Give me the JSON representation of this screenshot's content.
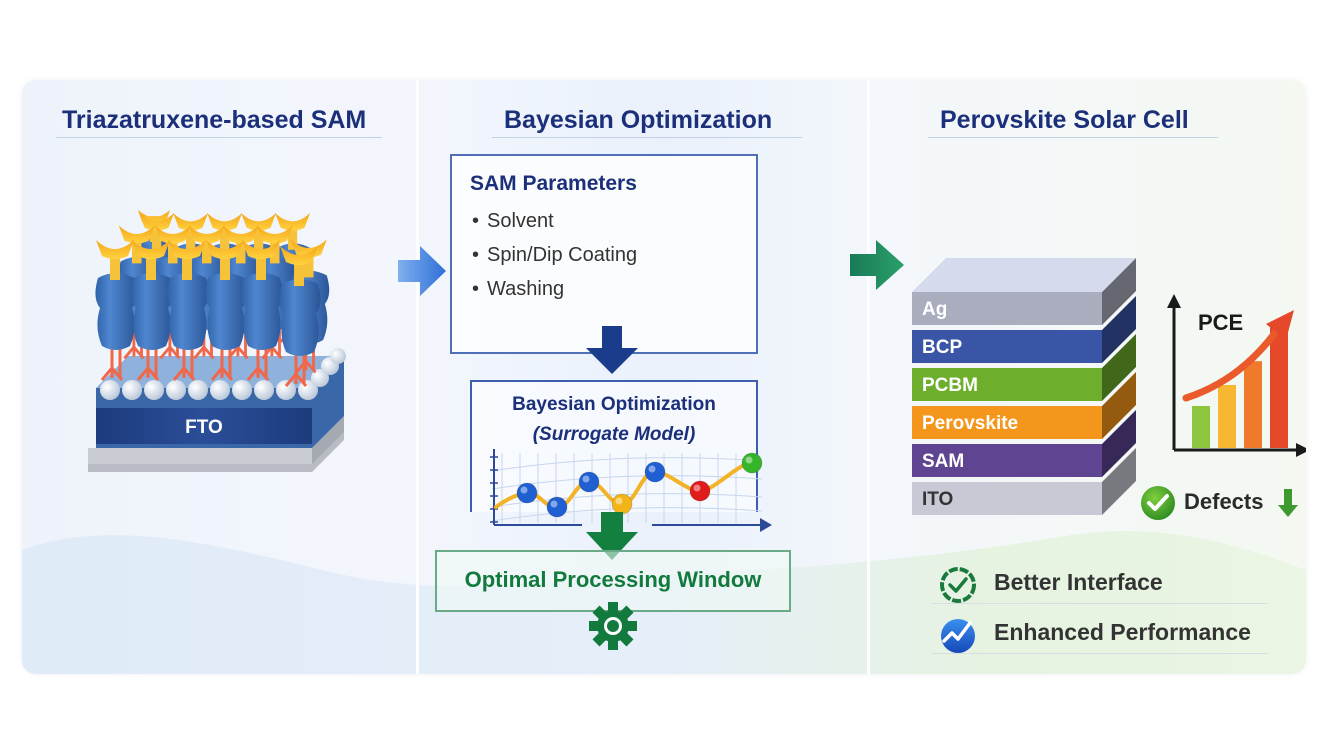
{
  "panels": {
    "left": {
      "title": "Triazatruxene-based SAM",
      "substrate_label": "FTO"
    },
    "middle": {
      "title": "Bayesian Optimization",
      "params_box": {
        "title": "SAM Parameters",
        "items": [
          "Solvent",
          "Spin/Dip Coating",
          "Washing"
        ]
      },
      "model_box": {
        "title": "Bayesian Optimization",
        "subtitle": "(Surrogate Model)",
        "points": [
          {
            "color": "#1f5fd1"
          },
          {
            "color": "#1f5fd1"
          },
          {
            "color": "#1f5fd1"
          },
          {
            "color": "#f2b418"
          },
          {
            "color": "#1f5fd1"
          },
          {
            "color": "#e01b1b"
          },
          {
            "color": "#36b52b"
          }
        ]
      },
      "result_box": {
        "label": "Optimal Processing Window"
      }
    },
    "right": {
      "title": "Perovskite Solar Cell",
      "layers": [
        {
          "label": "Ag",
          "color": "#a9adbd"
        },
        {
          "label": "BCP",
          "color": "#3a55a6"
        },
        {
          "label": "PCBM",
          "color": "#6dae2c"
        },
        {
          "label": "Perovskite",
          "color": "#f5961c"
        },
        {
          "label": "SAM",
          "color": "#5e4491"
        },
        {
          "label": "ITO",
          "color": "#c7cad4"
        }
      ],
      "pce_chart": {
        "label": "PCE",
        "bar_levels": [
          0.3,
          0.45,
          0.62,
          0.88
        ],
        "bar_colors": [
          "#8cc63f",
          "#f7b733",
          "#f07a2c",
          "#e5492a"
        ]
      },
      "defects_label": "Defects",
      "features": [
        "Better Interface",
        "Enhanced Performance"
      ]
    }
  },
  "colors": {
    "title_navy": "#1b2f7a",
    "accent_green": "#137a3e",
    "arrow_blue": "#3a78dc",
    "arrow_green": "#1e8a5a"
  }
}
